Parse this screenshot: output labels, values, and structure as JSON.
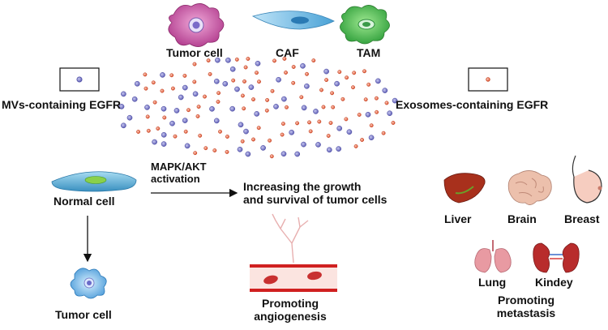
{
  "labels": {
    "tumor_cell_top": "Tumor cell",
    "caf": "CAF",
    "tam": "TAM",
    "mvs_egfr": "MVs-containing EGFR",
    "exosomes_egfr": "Exosomes-containing EGFR",
    "normal_cell": "Normal  cell",
    "mapk_akt_line1": "MAPK/AKT",
    "mapk_akt_line2": "activation",
    "increasing_line1": "Increasing the growth",
    "increasing_line2": "and survival of tumor cells",
    "tumor_cell_bottom": "Tumor cell",
    "angio_line1": "Promoting",
    "angio_line2": "angiogenesis",
    "liver": "Liver",
    "brain": "Brain",
    "breast": "Breast",
    "lung": "Lung",
    "kidney": "Kindey",
    "metastasis_line1": "Promoting",
    "metastasis_line2": "metastasis"
  },
  "colors": {
    "mv_particle": "#6f6fc4",
    "exosome_particle": "#e0603a",
    "tumor_cell": "#c0469c",
    "caf": "#5aaee0",
    "tam": "#3cb84a",
    "normal_cell": "#5ab0d8",
    "vessel": "#d62a2a",
    "liver": "#a02818",
    "brain": "#e8b4a0",
    "lung": "#e89aa0",
    "kidney": "#b02a2a",
    "breast": "#f4c4b8"
  }
}
